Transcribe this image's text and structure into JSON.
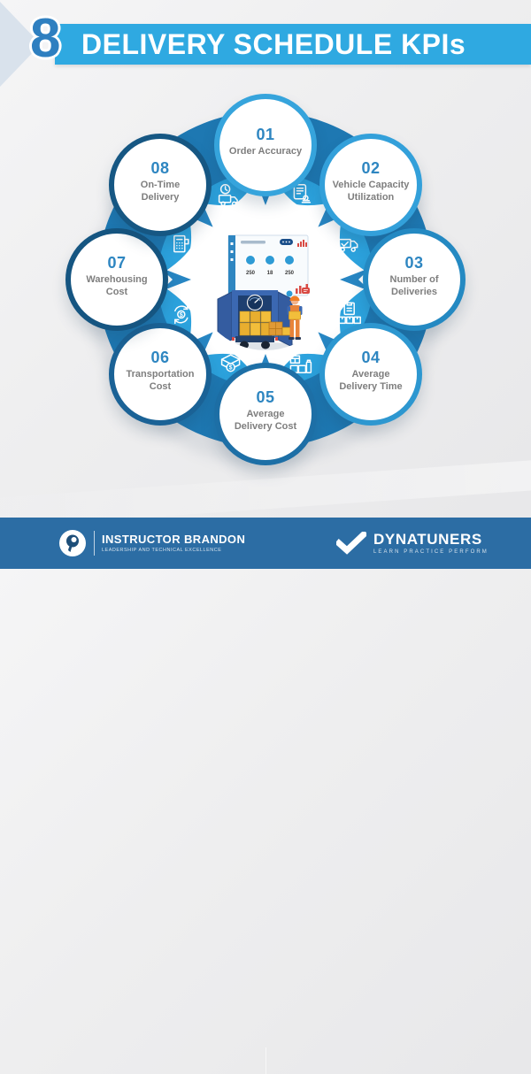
{
  "header": {
    "count": "8",
    "title": "DELIVERY SCHEDULE KPIs"
  },
  "kpis": [
    {
      "number": "01",
      "label": "Order Accuracy",
      "ring_color": "#36A4DC"
    },
    {
      "number": "02",
      "label": "Vehicle Capacity Utilization",
      "ring_color": "#33A0DA"
    },
    {
      "number": "03",
      "label": "Number of Deliveries",
      "ring_color": "#2489C2"
    },
    {
      "number": "04",
      "label": "Average Delivery Time",
      "ring_color": "#2D97D0"
    },
    {
      "number": "05",
      "label": "Average Delivery Cost",
      "ring_color": "#1D6FA6"
    },
    {
      "number": "06",
      "label": "Transportation Cost",
      "ring_color": "#1A6296"
    },
    {
      "number": "07",
      "label": "Warehousing Cost",
      "ring_color": "#155581"
    },
    {
      "number": "08",
      "label": "On-Time Delivery",
      "ring_color": "#165783"
    }
  ],
  "ring_icons": [
    "truck-clock-icon",
    "document-stamp-icon",
    "truck-check-icon",
    "clipboard-boxes-icon",
    "packages-icon",
    "open-box-dollar-icon",
    "money-cycle-icon",
    "calculator-icon"
  ],
  "center": {
    "dashboard_values": [
      "250",
      "18",
      "250"
    ]
  },
  "colors": {
    "banner_blue": "#2FA9E1",
    "count_blue": "#2E7FC0",
    "wheel_blue": "#2CA2DD",
    "wheel_dark_blue": "#1E78B2",
    "arrow_blue": "#2786C3",
    "number_blue": "#2E86C1",
    "label_gray": "#7E7E7E",
    "footer_blue": "#2C6DA4",
    "accent_red": "#D94A43",
    "box_yellow": "#F2BE3B",
    "worker_orange": "#E8833A"
  },
  "footer": {
    "brand_left": {
      "name": "INSTRUCTOR BRANDON",
      "tagline": "LEADERSHIP AND TECHNICAL EXCELLENCE"
    },
    "brand_right": {
      "name": "DYNATUNERS",
      "tagline": "LEARN PRACTICE PERFORM"
    }
  }
}
